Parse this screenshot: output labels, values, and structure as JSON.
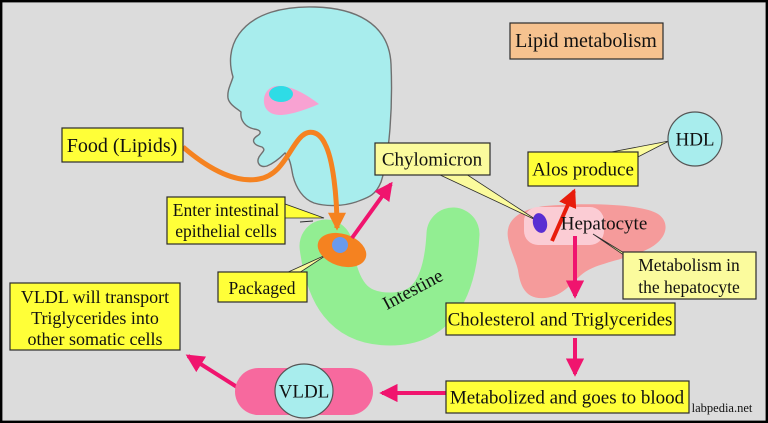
{
  "diagram_title": "Lipid metabolism",
  "watermark": "labpedia.net",
  "nodes": {
    "food": "Food (Lipids)",
    "enter_line1": "Enter intestinal",
    "enter_line2": "epithelial cells",
    "packaged": "Packaged",
    "chylomicron": "Chylomicron",
    "alos_produce": "Alos produce",
    "hdl": "HDL",
    "hepatocyte": "Hepatocyte",
    "metabolism_line1": "Metabolism in",
    "metabolism_line2": "the hepatocyte",
    "cholesterol": "Cholesterol and Triglycerides",
    "metabolized": "Metabolized and goes to blood",
    "vldl": "VLDL",
    "vldl_transport_line1": "VLDL  will transport",
    "vldl_transport_line2": "Triglycerides into",
    "vldl_transport_line3": "other somatic cells",
    "intestine": "Intestine"
  },
  "colors": {
    "background": "#dcdcdc",
    "frame": "#000000",
    "bright_yellow": "#ffff38",
    "pale_yellow": "#fbfb9d",
    "peach": "#f6c28f",
    "cyan_shape": "#a8eded",
    "green_intestine": "#92ee92",
    "liver_pink": "#f59b9b",
    "liver_inner_pink": "#fbccd4",
    "eye_pink": "#f8a2d2",
    "pupil_cyan": "#2edce6",
    "orange": "#f58220",
    "blob_blue": "#6a9aec",
    "particle_purple": "#5a2ed2",
    "magenta_arrow": "#f0146e",
    "red_arrow": "#e81c0c",
    "capsule_pink": "#f7699e"
  }
}
